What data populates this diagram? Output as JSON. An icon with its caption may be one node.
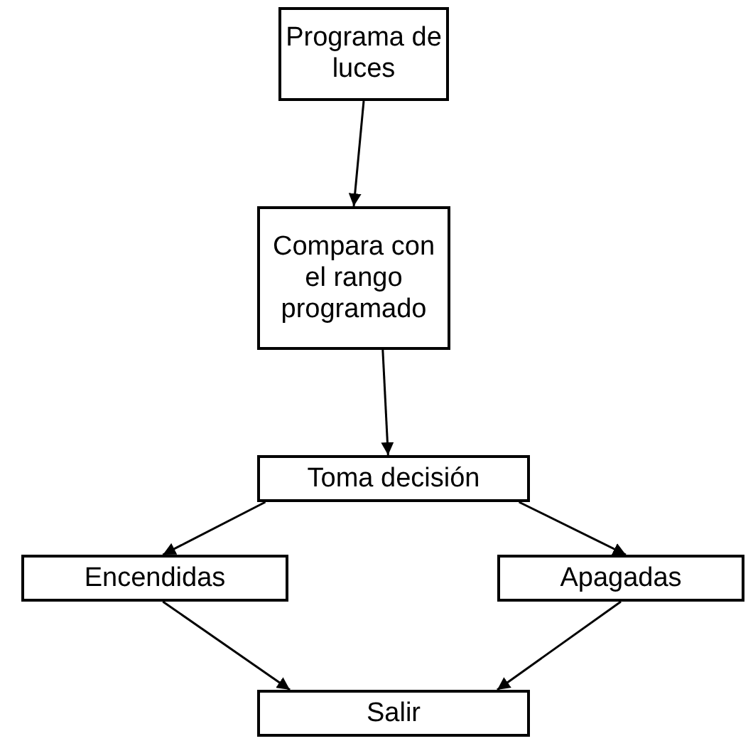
{
  "diagram": {
    "nodes": [
      {
        "text": [
          "Programa de luces"
        ]
      },
      {
        "text": [
          "Compara con el rango programado"
        ]
      },
      {
        "text": [
          "Toma decisión"
        ]
      },
      {
        "text": [
          "Encendidas"
        ]
      },
      {
        "text": [
          "Apagadas"
        ]
      },
      {
        "text": [
          "Salir"
        ]
      }
    ],
    "edges": [
      {
        "from": 0,
        "to": 1,
        "arrow": "to"
      },
      {
        "from": 1,
        "to": 2,
        "arrow": "to"
      },
      {
        "from": 2,
        "to": 3,
        "arrow": "to"
      },
      {
        "from": 2,
        "to": 4,
        "arrow": "to"
      },
      {
        "from": 3,
        "to": 5,
        "arrow": "to"
      },
      {
        "from": 4,
        "to": 5,
        "arrow": "to"
      }
    ]
  }
}
